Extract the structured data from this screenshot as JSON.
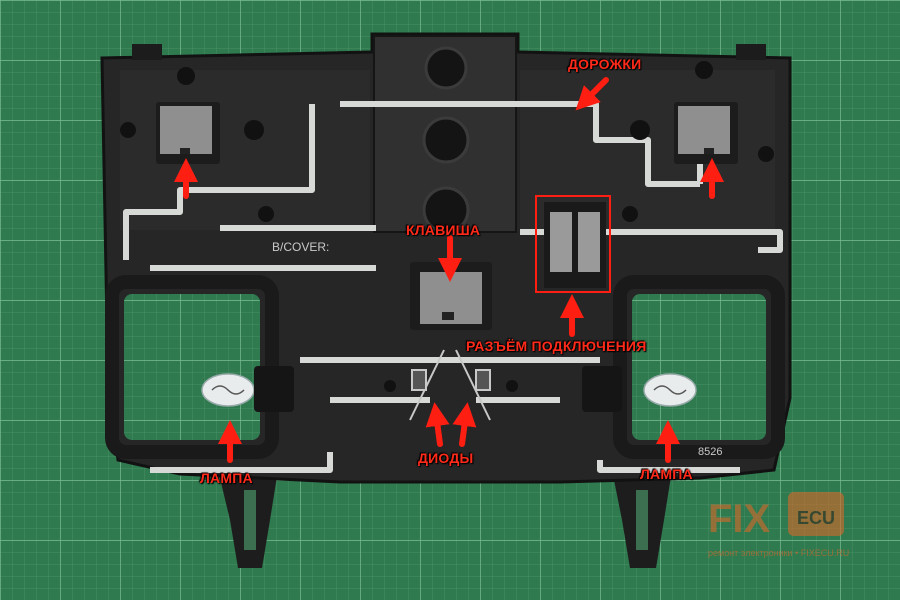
{
  "labels": {
    "tracks": "ДОРОЖКИ",
    "key": "КЛАВИША",
    "connector": "РАЗЪЁМ ПОДКЛЮЧЕНИЯ",
    "lamp_left": "ЛАМПА",
    "diodes": "ДИОДЫ",
    "lamp_right": "ЛАМПА"
  },
  "stamps": {
    "cover": "B/COVER:",
    "number": "8526"
  },
  "watermark": {
    "text": "FIX ECU",
    "tagline": "ремонт электроники • FIXECU.RU"
  },
  "colors": {
    "mat": "#2f7a4f",
    "grid": "#5fa37a",
    "housing": "#262626",
    "track": "#d7d9d6",
    "arrow": "#ff1e12",
    "switch": "#8f8f8f"
  },
  "icons": [
    "arrow-up-icon",
    "arrow-diagonal-icon",
    "bulb-icon",
    "diode-icon",
    "switch-icon",
    "connector-icon"
  ]
}
